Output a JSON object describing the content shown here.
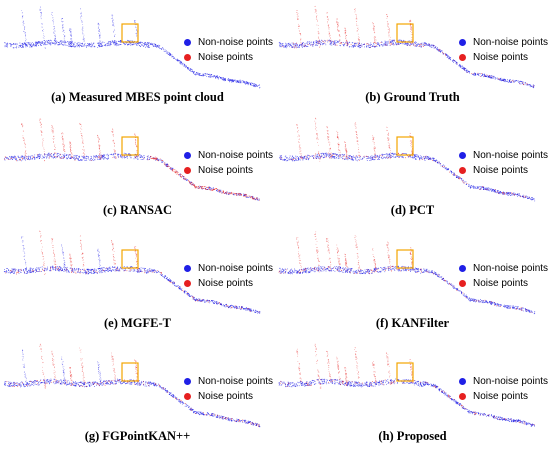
{
  "legend": {
    "non_noise": "Non-noise points",
    "noise": "Noise points"
  },
  "colors": {
    "non_noise": "#1f1fe6",
    "noise": "#e62020",
    "highlight_box": "#f2a500"
  },
  "panels": [
    {
      "caption": "(a) Measured MBES point cloud",
      "noise_level": "none"
    },
    {
      "caption": "(b) Ground Truth",
      "noise_level": "truth"
    },
    {
      "caption": "(c) RANSAC",
      "noise_level": "heavy"
    },
    {
      "caption": "(d) PCT",
      "noise_level": "truth"
    },
    {
      "caption": "(e) MGFE-T",
      "noise_level": "partial"
    },
    {
      "caption": "(f) KANFilter",
      "noise_level": "truth"
    },
    {
      "caption": "(g) FGPointKAN++",
      "noise_level": "partial"
    },
    {
      "caption": "(h) Proposed",
      "noise_level": "truth"
    }
  ]
}
